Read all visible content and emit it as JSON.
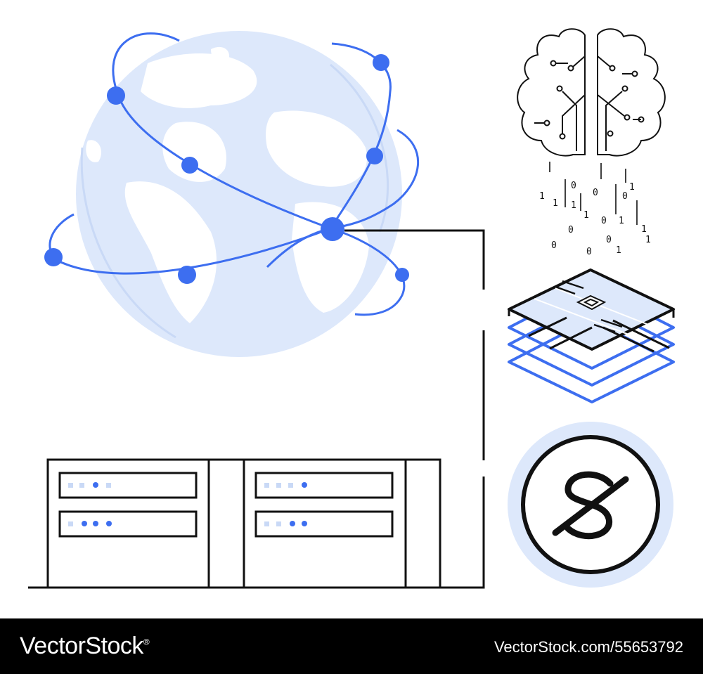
{
  "illustration": {
    "colors": {
      "accent": "#3d6ef0",
      "accent_light": "#dde8fb",
      "ink": "#111111",
      "background": "#ffffff",
      "footer_bg": "#000000"
    },
    "icons": [
      "globe-network-icon",
      "ai-brain-icon",
      "binary-stream-icon",
      "layered-chip-icon",
      "dollar-coin-icon",
      "server-rack-icon"
    ],
    "binary_digits": [
      "1",
      "1",
      "0",
      "1",
      "0",
      "1",
      "0",
      "0",
      "1",
      "1",
      "0",
      "0",
      "1",
      "0",
      "0",
      "1",
      "1"
    ]
  },
  "footer": {
    "logo_text": "VectorStock",
    "logo_mark": "®",
    "image_id": "VectorStock.com/55653792"
  }
}
